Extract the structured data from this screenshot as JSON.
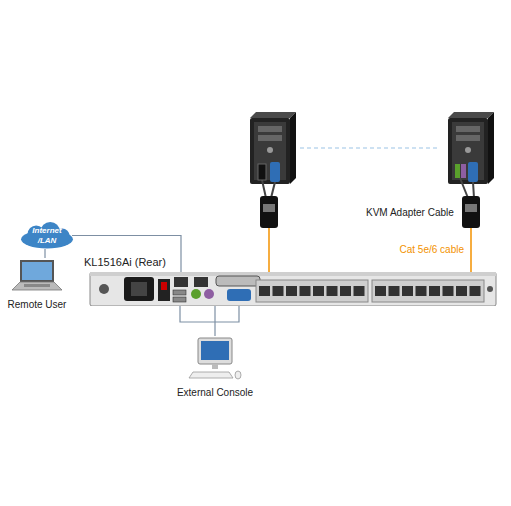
{
  "diagram": {
    "nodes": [
      {
        "text": [
          "Internet /LAN"
        ]
      },
      {
        "text": [
          "Remote User"
        ]
      },
      {
        "text": [
          "KL1516Ai (Rear)"
        ]
      },
      {
        "text": [
          "External Console"
        ]
      }
    ],
    "edges": [
      {
        "from": 1,
        "to": 0,
        "arrow": "none"
      },
      {
        "from": 0,
        "to": 2,
        "arrow": "none"
      },
      {
        "from": 3,
        "to": 2,
        "arrow": "none"
      }
    ],
    "labels": [
      "KVM Adapter Cable",
      "Cat 5e/6 cable"
    ]
  }
}
